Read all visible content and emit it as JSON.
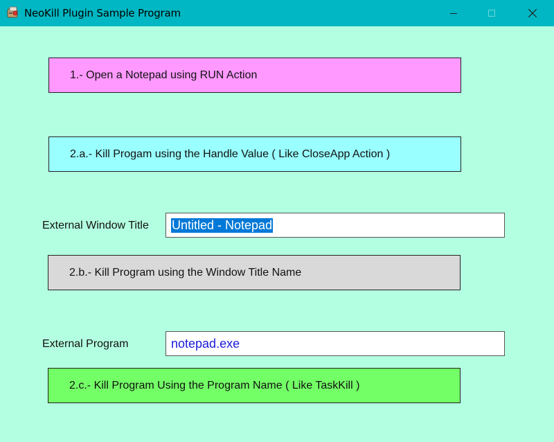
{
  "window": {
    "title": "NeoKill Plugin Sample Program",
    "app_icon": "neokill-app-icon",
    "controls": [
      "minimize-icon",
      "maximize-icon",
      "close-icon"
    ]
  },
  "actions": {
    "open_notepad": "1.- Open a Notepad using RUN Action",
    "kill_by_handle": "2.a.- Kill Progam using the Handle Value ( Like CloseApp Action )",
    "kill_by_title": "2.b.- Kill Program using the Window Title Name",
    "kill_by_program": "2.c.- Kill Program Using the Program Name ( Like TaskKill )"
  },
  "fields": {
    "window_title": {
      "label": "External Window Title",
      "value": "Untitled - Notepad",
      "selected": true
    },
    "program": {
      "label": "External Program",
      "value": "notepad.exe"
    }
  },
  "colors": {
    "titlebar": "#00b7c3",
    "background": "#b3ffe1",
    "btn_open": "#ff99ff",
    "btn_handle": "#99ffff",
    "btn_title": "#d9d9d9",
    "btn_program": "#73ff66",
    "field_text": "#1a1adb",
    "selection": "#0078d7"
  }
}
